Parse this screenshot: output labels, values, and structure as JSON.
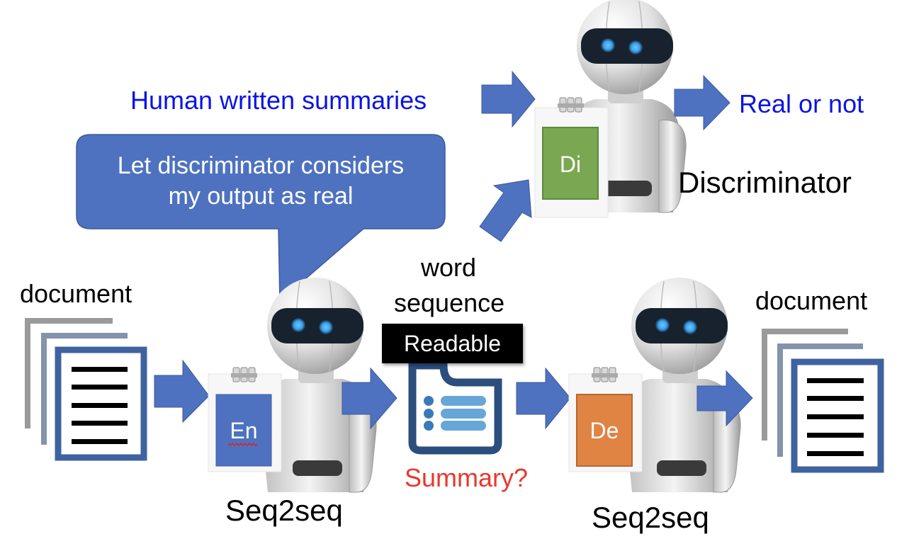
{
  "colors": {
    "arrow": "#4e72c0",
    "arrow_border": "#3c5a9c",
    "blue_text": "#0a14e6",
    "red_text": "#e8382c",
    "encoder_card": "#4e72c0",
    "discriminator_card": "#7aa852",
    "decoder_card": "#e08444",
    "doc_frame": "#3f63a0",
    "doc_back1": "#9a9a9a",
    "doc_back2": "#8393ab",
    "summary_icon": "#2b4e7c",
    "summary_bullets": "#3a7ab8",
    "summary_lines": "#66a7d8"
  },
  "top": {
    "human_summaries": "Human written summaries",
    "real_or_not": "Real or not",
    "discriminator_label": "Discriminator",
    "discriminator_card": "Di"
  },
  "bubble": {
    "line1": "Let discriminator considers",
    "line2": "my output as real"
  },
  "left": {
    "document_label": "document",
    "encoder_card": "En",
    "encoder_label": "Seq2seq"
  },
  "middle": {
    "word_line1": "word",
    "word_line2": "sequence",
    "readable_badge": "Readable",
    "summary_question": "Summary?"
  },
  "right": {
    "decoder_card": "De",
    "decoder_label": "Seq2seq",
    "document_label": "document"
  }
}
